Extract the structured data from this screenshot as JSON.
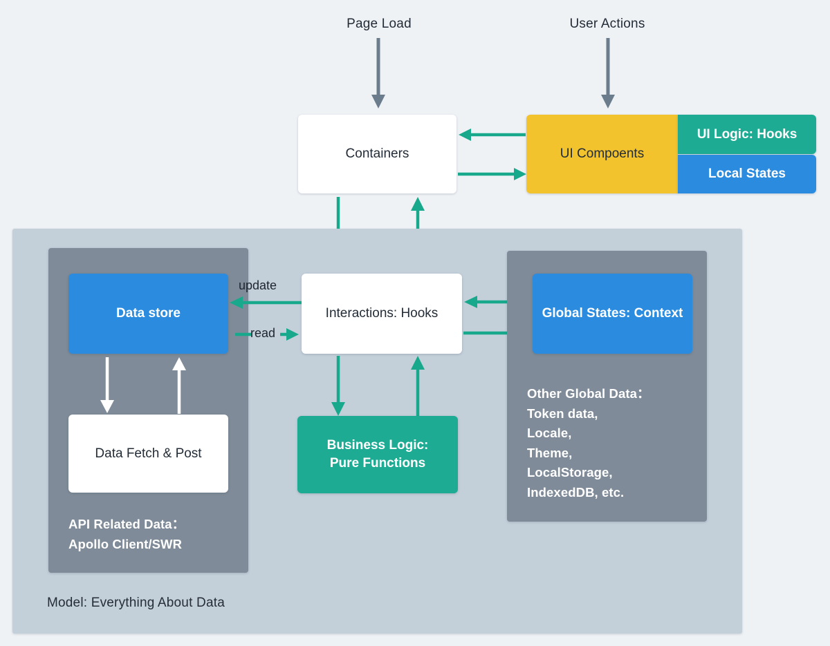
{
  "diagram": {
    "title": "Frontend Architecture Data Flow",
    "background_color": "#eff2f5"
  },
  "inputs": [
    {
      "label": "Page Load",
      "arrow": "arrow-down-gray"
    },
    {
      "label": "User Actions",
      "arrow": "arrow-down-gray"
    }
  ],
  "view_layer": {
    "containers": {
      "label": "Containers",
      "color": "#ffffff"
    },
    "ui_components": {
      "label": "UI Compoents",
      "color": "#f3c32d"
    },
    "ui_logic": {
      "label": "UI Logic: Hooks",
      "color": "#1eab93"
    },
    "local_states": {
      "label": "Local States",
      "color": "#2b8cdf"
    }
  },
  "model": {
    "caption": "Model: Everything About Data",
    "color": "#c3cfd9",
    "api_panel": {
      "data_store": {
        "label": "Data store",
        "color": "#2b8cdf"
      },
      "data_fetch": {
        "label": "Data Fetch & Post",
        "color": "#ffffff"
      },
      "note": "API Related Data：\nApollo Client/SWR",
      "note_lines": [
        "API Related Data：",
        "Apollo Client/SWR"
      ],
      "color": "#7f8b98"
    },
    "interactions": {
      "label": "Interactions: Hooks",
      "color": "#ffffff"
    },
    "business_logic": {
      "label": "Business Logic: Pure Functions",
      "color": "#1eab93"
    },
    "global_panel": {
      "global_states": {
        "label": "Global States: Context",
        "color": "#2b8cdf"
      },
      "note_lines": [
        "Other Global Data：",
        "Token data,",
        "Locale,",
        "Theme,",
        "LocalStorage,",
        "IndexedDB, etc."
      ],
      "color": "#7f8b98"
    }
  },
  "edges": {
    "store_update": {
      "label": "update",
      "direction": "left",
      "color": "#18a98d"
    },
    "store_read": {
      "label": "read",
      "direction": "right",
      "color": "#18a98d"
    }
  },
  "colors": {
    "accent_teal": "#18a98d",
    "accent_blue": "#2b8cdf",
    "accent_yellow": "#f3c32d",
    "panel_gray": "#7f8b98",
    "model_gray": "#c3cfd9",
    "arrow_gray": "#6b7c8c",
    "arrow_white": "#ffffff",
    "text_dark": "#232c37"
  }
}
